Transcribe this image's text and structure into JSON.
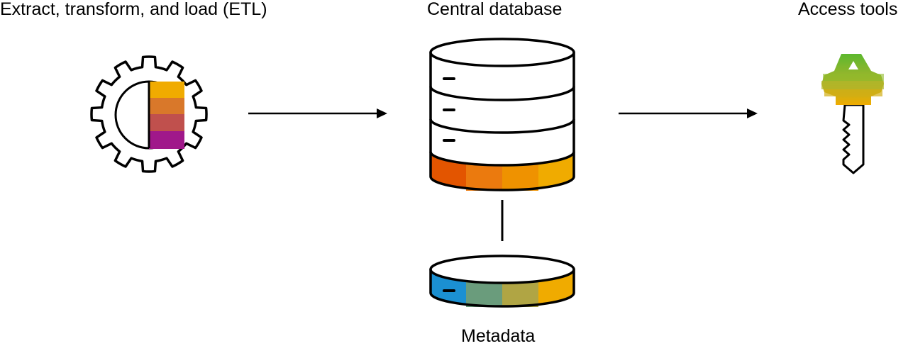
{
  "labels": {
    "etl": "Extract, transform, and load (ETL)",
    "central_database": "Central database",
    "access_tools": "Access tools",
    "metadata": "Metadata"
  },
  "icons": {
    "etl": "gear-icon",
    "database": "database-icon",
    "metadata": "metadata-disk-icon",
    "access": "key-icon"
  },
  "colors": {
    "stroke": "#000000",
    "gear_bands": [
      "#f0ab00",
      "#d9782a",
      "#c0504d",
      "#a0188a"
    ],
    "db_bands": [
      "#e35500",
      "#eb7a0e",
      "#ef9200",
      "#f0ab00"
    ],
    "meta_bands": [
      "#1b90d2",
      "#6a9c7c",
      "#b0a544",
      "#f0ab00"
    ],
    "key_gradient": [
      "#5cb82f",
      "#a8b52a",
      "#f0ab00"
    ]
  }
}
